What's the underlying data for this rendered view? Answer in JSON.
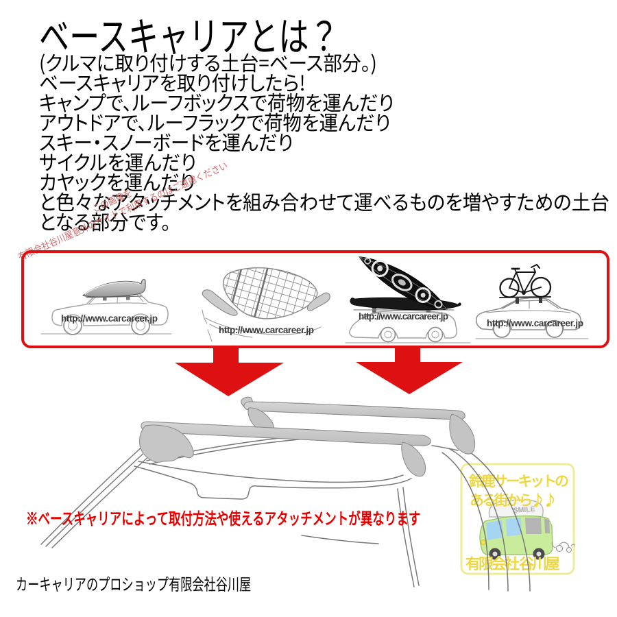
{
  "page": {
    "background": "#ffffff",
    "accent_red": "#dd1111",
    "note_red": "#e60000",
    "watermark_pink": "#d46a6a",
    "logo_yellow": "#f0dc4e"
  },
  "header": {
    "title": "ベースキャリアとは？"
  },
  "intro": {
    "lines": [
      "(クルマに取り付けする土台=ベース部分。)",
      "ベースキャリアを取り付けしたら!",
      "キャンプで、ルーフボックスで荷物を運んだり",
      "アウトドアで、ルーフラックで荷物を運んだり",
      "スキー・スノーボードを運んだり",
      "サイクルを運んだり",
      "カヤックを運んだり",
      "と色々なアタッチメントを組み合わせて運べるものを増やすための土台",
      "となる部分です。"
    ]
  },
  "copyright_watermark": {
    "line1": "この画像を",
    "line2": "有限会社谷川屋意外のサイトで利用するのはご遠慮ください"
  },
  "attachment_gallery": {
    "items": [
      {
        "name": "roof-box-car",
        "watermark": "http://www.carcareer.jp"
      },
      {
        "name": "roof-rack-cargo-net",
        "watermark": "http://www.carcareer.jp"
      },
      {
        "name": "kayak-car",
        "watermark": "http://www.carcareer.jp"
      },
      {
        "name": "bicycle-car",
        "watermark": "http://www.carcareer.jp"
      }
    ]
  },
  "note": {
    "text": "※ベースキャリアによって取付方法や使えるアタッチメントが異なります"
  },
  "footer": {
    "text": "カーキャリアのプロショップ有限会社谷川屋"
  },
  "shop_logo": {
    "line1": "鈴鹿サーキットの",
    "line2": "ある街から♪♪",
    "line3": "有限会社 谷川屋",
    "van_roofbox_text": "SMILE"
  }
}
